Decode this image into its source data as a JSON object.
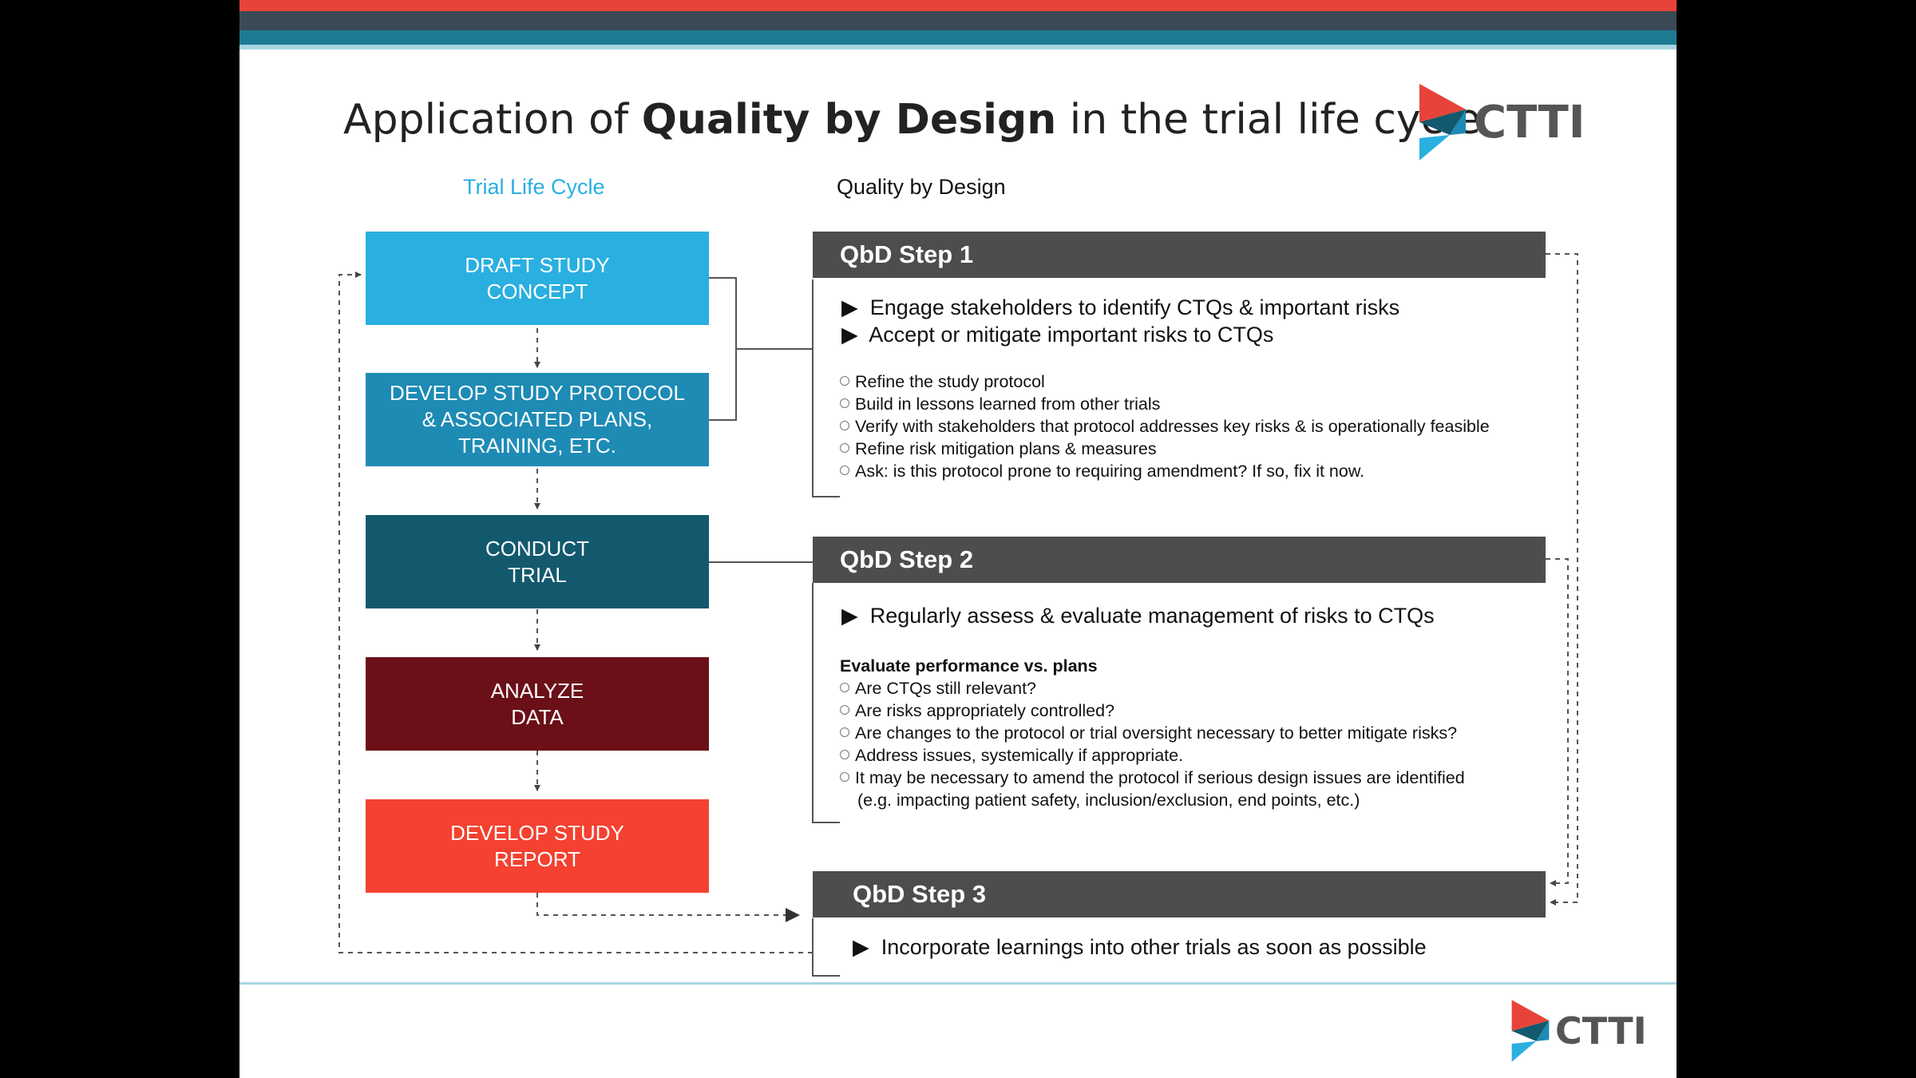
{
  "slide": {
    "title": {
      "prefix": "Application of ",
      "bold": "Quality by Design",
      "suffix": " in the trial life cycle"
    },
    "logo_text": "CTTI",
    "footer_logo_text": "CTTI",
    "colors": {
      "bar_red": "#e8433a",
      "bar_teal": "#1f7b93",
      "cyan": "#29afe0",
      "teal": "#1e8bb5",
      "dark_teal": "#13596e",
      "maroon": "#6b1018",
      "red": "#f44130",
      "header_gray": "#4d4d4d"
    }
  },
  "lifecycle": {
    "heading": "Trial Life Cycle",
    "boxes": [
      {
        "label": "DRAFT STUDY\nCONCEPT"
      },
      {
        "label": "DEVELOP STUDY PROTOCOL\n& ASSOCIATED PLANS,\nTRAINING, ETC."
      },
      {
        "label": "CONDUCT\nTRIAL"
      },
      {
        "label": "ANALYZE\nDATA"
      },
      {
        "label": "DEVELOP STUDY\nREPORT"
      }
    ]
  },
  "qbd": {
    "heading": "Quality by Design",
    "step1": {
      "title": "QbD Step 1",
      "bullets": [
        "Engage stakeholders to identify CTQs & important risks",
        "Accept or mitigate important risks to CTQs"
      ],
      "subitems": [
        "Refine the study protocol",
        "Build in lessons learned from other trials",
        "Verify with stakeholders that protocol addresses key risks & is operationally feasible",
        "Refine risk mitigation plans & measures",
        "Ask: is this protocol prone to requiring amendment? If so, fix it now."
      ]
    },
    "step2": {
      "title": "QbD Step 2",
      "bullets": [
        "Regularly assess & evaluate management of risks to CTQs"
      ],
      "subheading": "Evaluate performance vs. plans",
      "subitems": [
        "Are CTQs still relevant?",
        "Are risks appropriately controlled?",
        "Are changes to the protocol or trial oversight necessary to better mitigate risks?",
        "Address issues, systemically if appropriate.",
        "It may be necessary to amend the protocol if serious design issues are identified"
      ],
      "continuation": "(e.g. impacting patient safety, inclusion/exclusion, end points, etc.)"
    },
    "step3": {
      "title": "QbD Step 3",
      "bullets": [
        "Incorporate learnings into other trials as soon as possible"
      ]
    }
  }
}
